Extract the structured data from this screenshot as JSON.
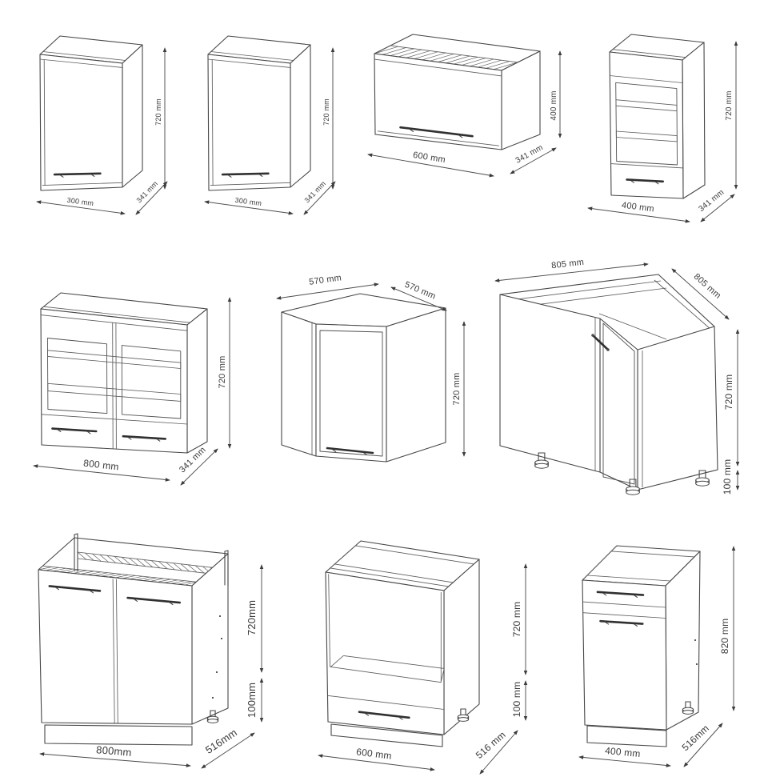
{
  "diagram": {
    "background": "#ffffff",
    "line_color": "#474747",
    "label_color": "#3b3b3b",
    "unit": "mm"
  },
  "cabinets": [
    {
      "name": "wall-cabinet-300-left",
      "width": "300 mm",
      "depth": "341 mm",
      "height": "720 mm"
    },
    {
      "name": "wall-cabinet-300-right",
      "width": "300 mm",
      "depth": "341 mm",
      "height": "720 mm"
    },
    {
      "name": "wall-cabinet-flap-600",
      "width": "600 mm",
      "depth": "341 mm",
      "height": "400 mm"
    },
    {
      "name": "wall-cabinet-glass-400",
      "width": "400 mm",
      "depth": "341 mm",
      "height": "720 mm"
    },
    {
      "name": "wall-cabinet-glass-800",
      "width": "800 mm",
      "depth": "341 mm",
      "height": "720 mm"
    },
    {
      "name": "corner-wall-cabinet-570",
      "width": "570 mm",
      "depth": "570 mm",
      "height": "720 mm"
    },
    {
      "name": "corner-base-cabinet-805",
      "width": "805 mm",
      "depth": "805 mm",
      "height": "720 mm",
      "legs": "100 mm"
    },
    {
      "name": "sink-base-cabinet-800",
      "width": "800mm",
      "depth": "516mm",
      "height": "720mm",
      "legs": "100mm"
    },
    {
      "name": "oven-base-cabinet-600",
      "width": "600 mm",
      "depth": "516 mm",
      "height": "720 mm",
      "legs": "100 mm"
    },
    {
      "name": "base-cabinet-drawer-door-400",
      "width": "400 mm",
      "depth": "516mm",
      "height": "820 mm"
    }
  ]
}
